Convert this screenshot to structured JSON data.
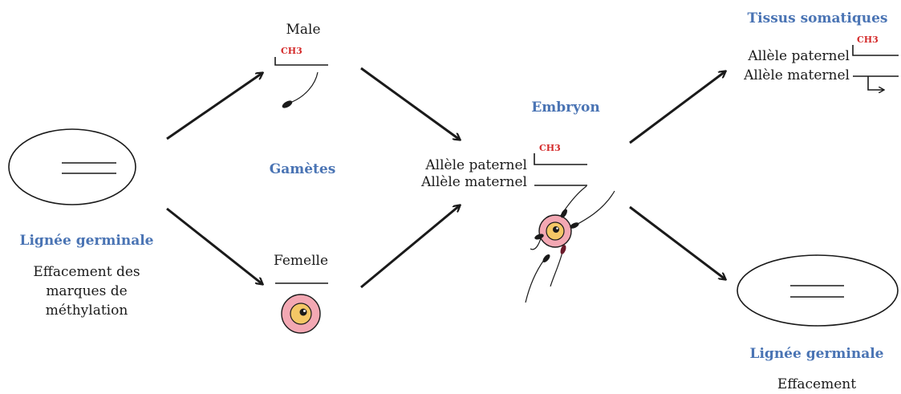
{
  "colors": {
    "heading": "#4a74b4",
    "methyl_mark": "#d42a2a",
    "egg_outer": "#f3a8b3",
    "egg_inner": "#f4c766"
  },
  "left": {
    "title": "Lignée germinale",
    "description_lines": [
      "Effacement des",
      "marques de",
      "méthylation"
    ]
  },
  "gametes": {
    "title": "Gamètes",
    "male_label": "Male",
    "female_label": "Femelle",
    "methyl_label": "CH3"
  },
  "embryo": {
    "title": "Embryon",
    "paternal_label": "Allèle paternel",
    "maternal_label": "Allèle maternel",
    "methyl_label": "CH3"
  },
  "somatic": {
    "title": "Tissus somatiques",
    "paternal_label": "Allèle paternel",
    "maternal_label": "Allèle maternel",
    "methyl_label": "CH3"
  },
  "right": {
    "title": "Lignée germinale",
    "description_lines": [
      "Effacement"
    ]
  }
}
